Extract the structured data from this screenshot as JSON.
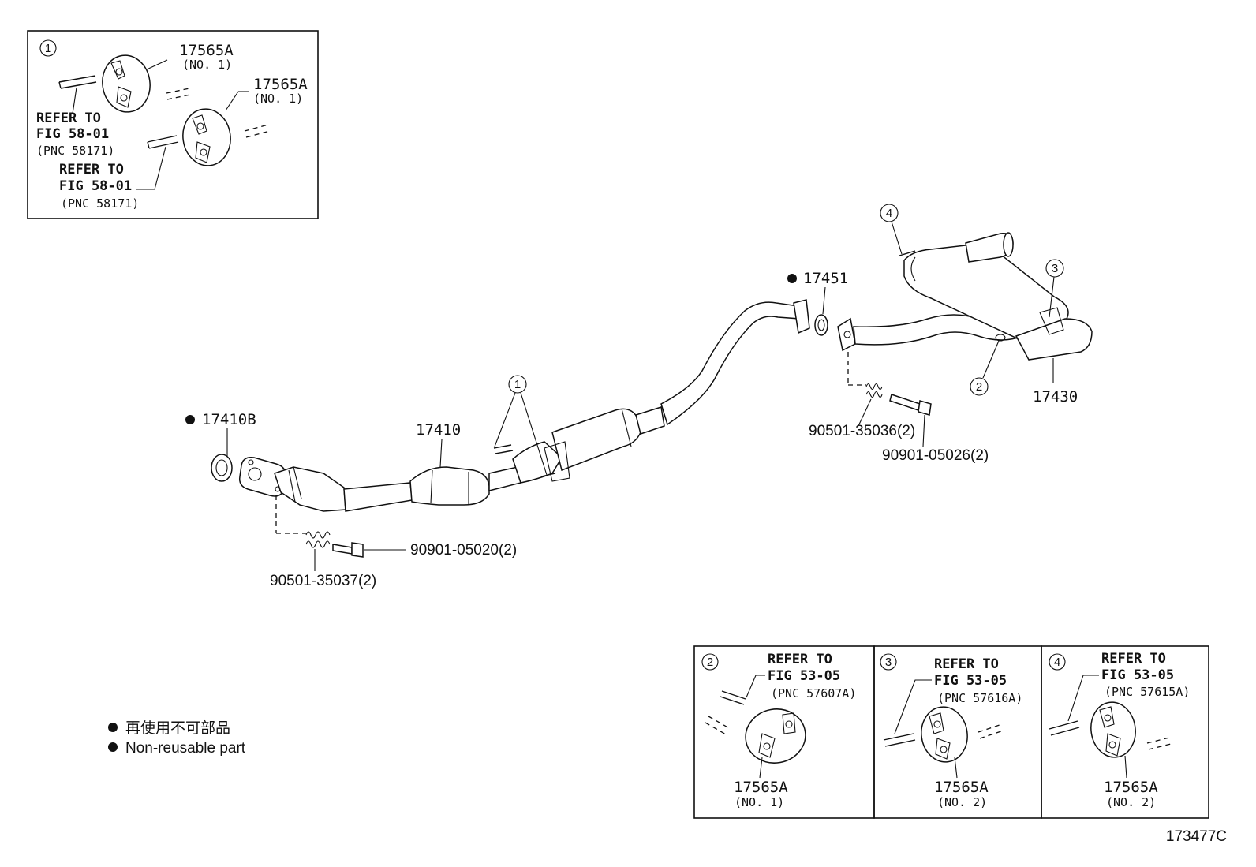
{
  "inset_1": {
    "marker": "1",
    "part_top": "17565A",
    "part_top_sub": "(NO. 1)",
    "part_bottom": "17565A",
    "part_bottom_sub": "(NO. 1)",
    "refer_a_1": "REFER TO",
    "refer_a_2": "FIG 58-01",
    "refer_a_3": "(PNC 58171)",
    "refer_b_1": "REFER TO",
    "refer_b_2": "FIG 58-01",
    "refer_b_3": "(PNC 58171)"
  },
  "main": {
    "gasket_front": "17410B",
    "front_pipe": "17410",
    "callout_1": "1",
    "gasket_rear": "17451",
    "marker_4": "4",
    "marker_3": "3",
    "marker_2": "2",
    "tail_pipe": "17430",
    "rear_spring": "90501-35036(2)",
    "rear_bolt": "90901-05026(2)",
    "front_bolt": "90901-05020(2)",
    "front_spring": "90501-35037(2)"
  },
  "legend": {
    "line_jp": "再使用不可部品",
    "line_en": "Non-reusable part"
  },
  "inset_2": {
    "marker": "2",
    "refer_1": "REFER TO",
    "refer_2": "FIG 53-05",
    "refer_3": "(PNC 57607A)",
    "part": "17565A",
    "part_sub": "(NO. 1)"
  },
  "inset_3": {
    "marker": "3",
    "refer_1": "REFER TO",
    "refer_2": "FIG 53-05",
    "refer_3": "(PNC 57616A)",
    "part": "17565A",
    "part_sub": "(NO. 2)"
  },
  "inset_4": {
    "marker": "4",
    "refer_1": "REFER TO",
    "refer_2": "FIG 53-05",
    "refer_3": "(PNC 57615A)",
    "part": "17565A",
    "part_sub": "(NO. 2)"
  },
  "figure_code": "173477C"
}
